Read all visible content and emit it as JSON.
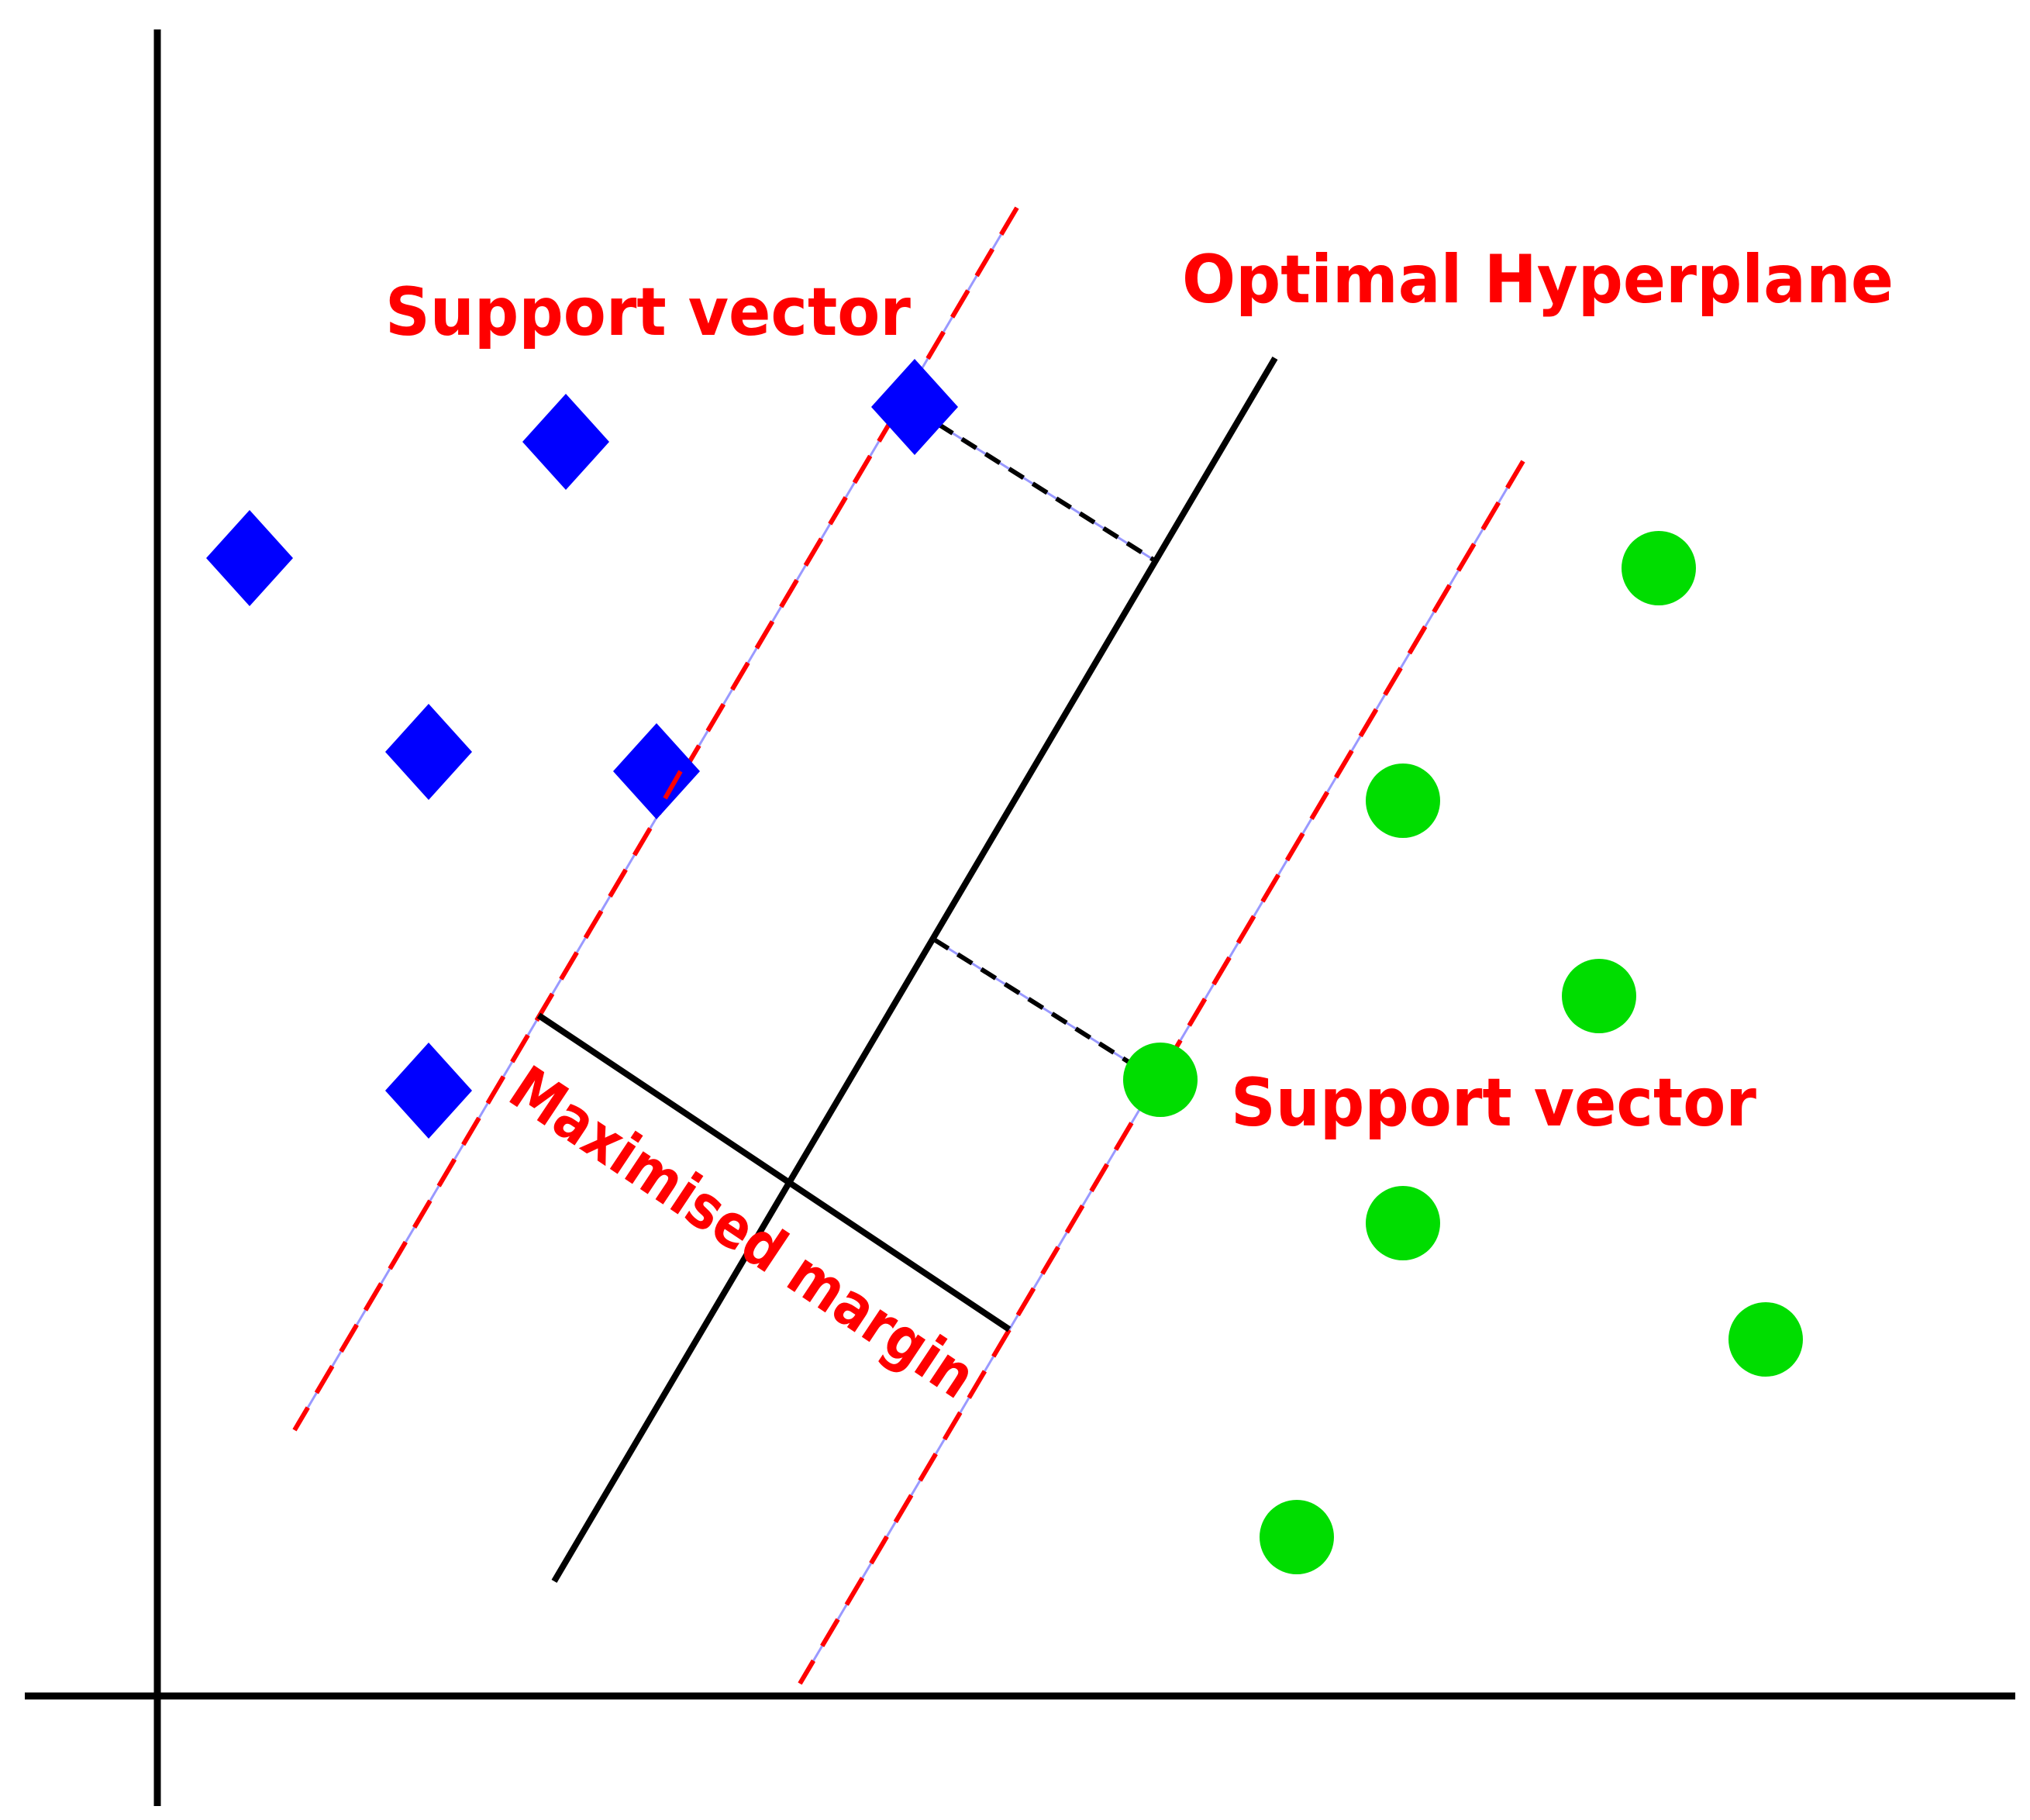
{
  "labels": {
    "support_vector_top": "Support vector",
    "optimal_hyperplane": "Optimal Hyperplane",
    "support_vector_bottom": "Support vector",
    "maximised_margin": "Maximised margin"
  },
  "colors": {
    "axis": "#000000",
    "hyperplane": "#000000",
    "margin_line": "#ff0000",
    "margin_underlay": "#9999ff",
    "label": "#ff0000",
    "class_a": "#0000ff",
    "class_b": "#00dd00"
  },
  "shapes": {
    "class_a": "diamond",
    "class_b": "circle"
  }
}
